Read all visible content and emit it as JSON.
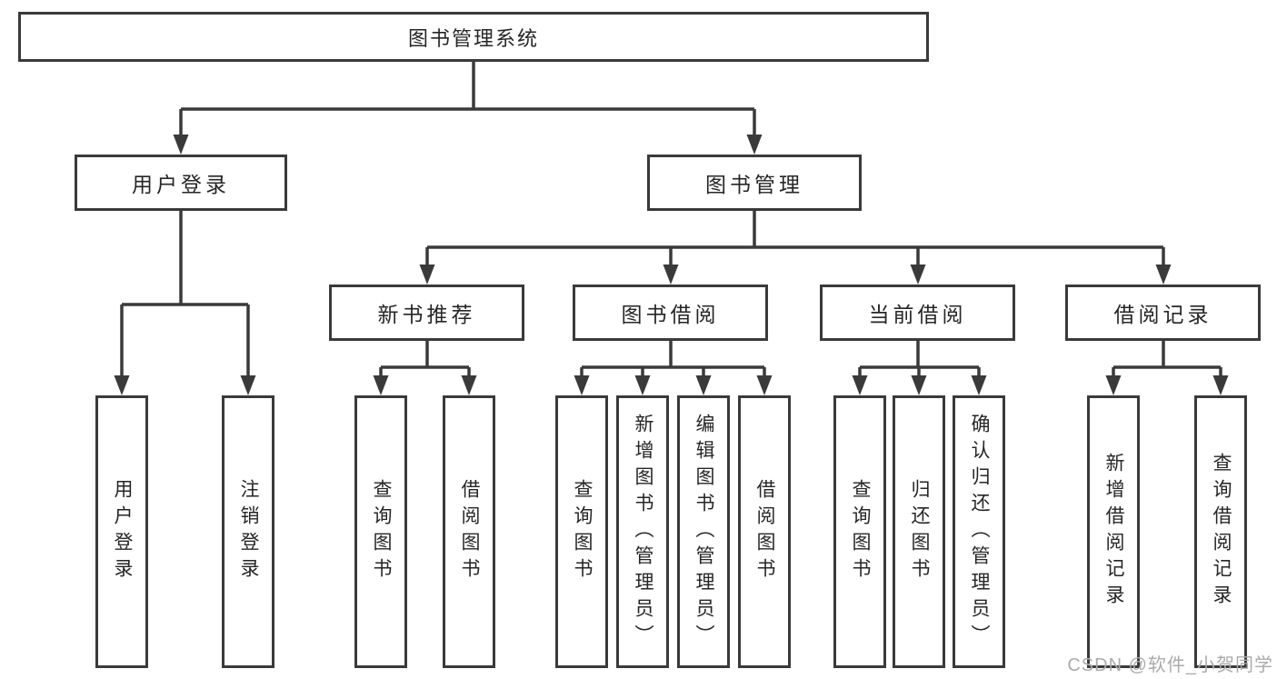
{
  "tree": {
    "label": "图书管理系统",
    "children": [
      {
        "label": "用户登录",
        "children": [
          {
            "label": "用户登录"
          },
          {
            "label": "注销登录"
          }
        ]
      },
      {
        "label": "图书管理",
        "children": [
          {
            "label": "新书推荐",
            "children": [
              {
                "label": "查询图书"
              },
              {
                "label": "借阅图书"
              }
            ]
          },
          {
            "label": "图书借阅",
            "children": [
              {
                "label": "查询图书"
              },
              {
                "label": "新增图书（管理员）"
              },
              {
                "label": "编辑图书（管理员）"
              },
              {
                "label": "借阅图书"
              }
            ]
          },
          {
            "label": "当前借阅",
            "children": [
              {
                "label": "查询图书"
              },
              {
                "label": "归还图书"
              },
              {
                "label": "确认归还（管理员）"
              }
            ]
          },
          {
            "label": "借阅记录",
            "children": [
              {
                "label": "新增借阅记录"
              },
              {
                "label": "查询借阅记录"
              }
            ]
          }
        ]
      }
    ]
  },
  "watermark": {
    "text": "CSDN @软件_小贺同学"
  },
  "colors": {
    "line": "#3a3a3a",
    "text": "#262626",
    "watermark": "#ababab",
    "background": "#ffffff"
  }
}
